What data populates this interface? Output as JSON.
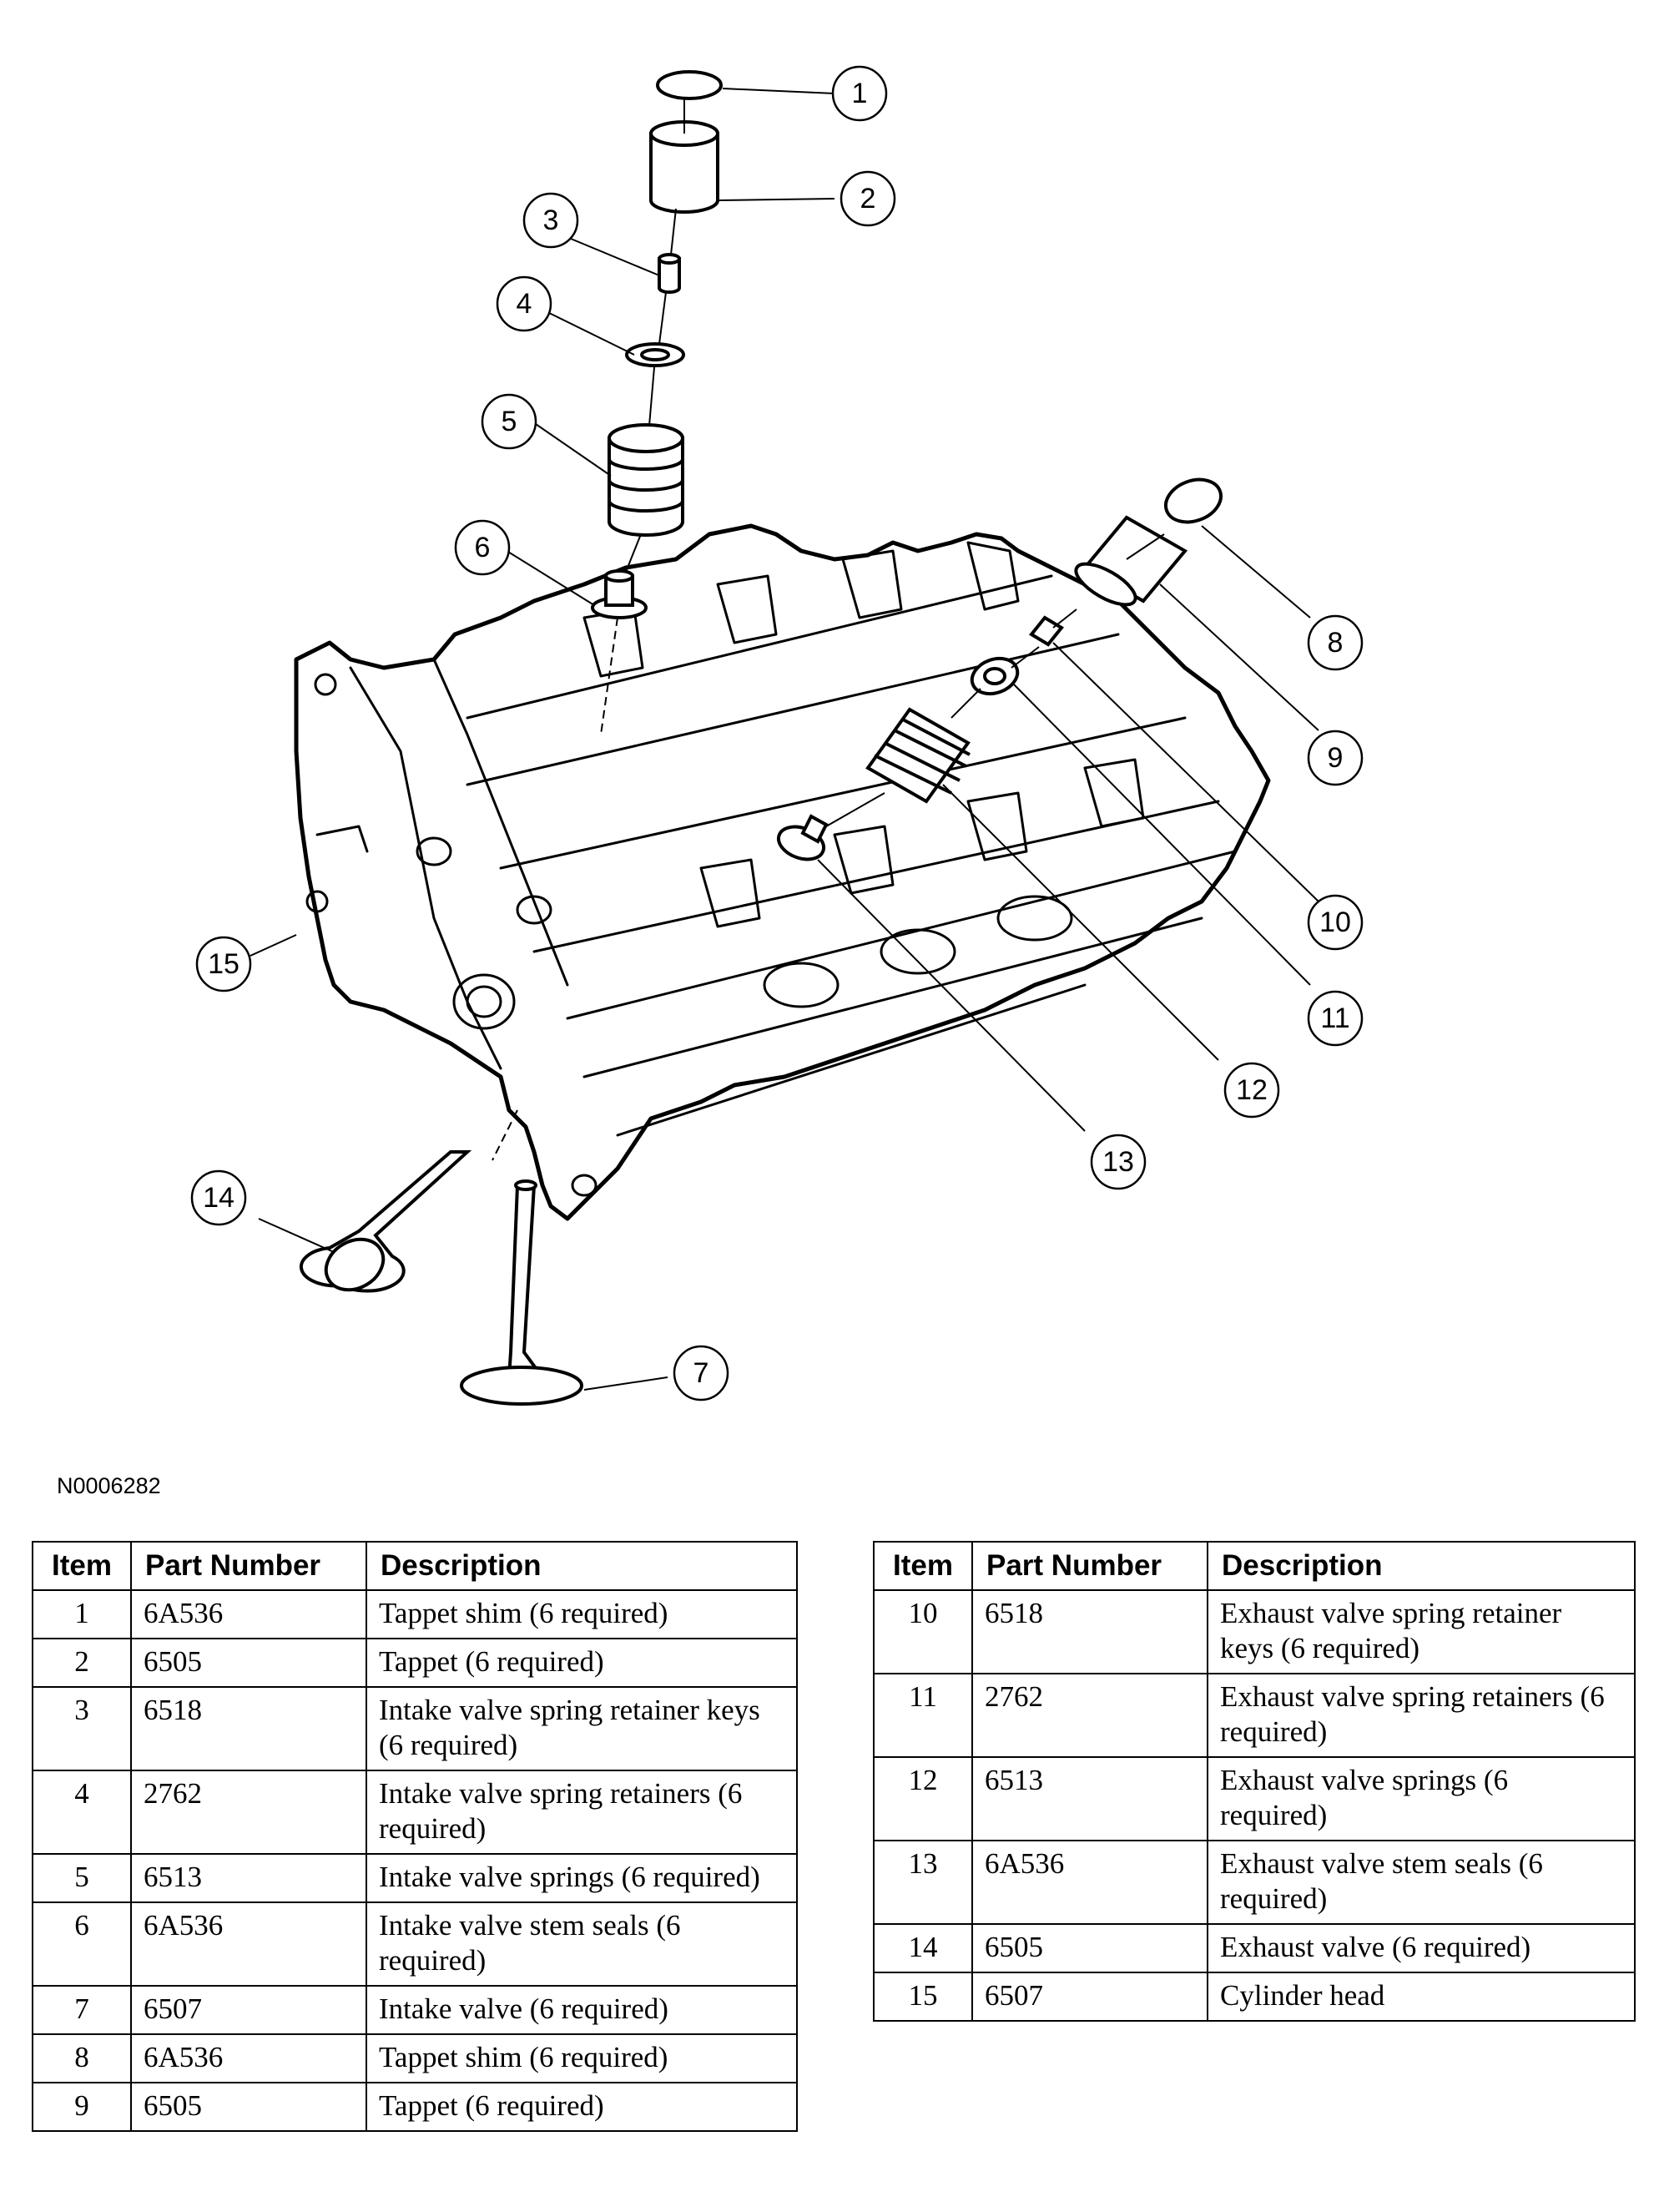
{
  "figure_id": "N0006282",
  "callouts": [
    "1",
    "2",
    "3",
    "4",
    "5",
    "6",
    "7",
    "8",
    "9",
    "10",
    "11",
    "12",
    "13",
    "14",
    "15"
  ],
  "table_headers": {
    "item": "Item",
    "part_number": "Part Number",
    "description": "Description"
  },
  "left_table": [
    {
      "item": "1",
      "part_number": "6A536",
      "description": "Tappet shim (6 required)"
    },
    {
      "item": "2",
      "part_number": "6505",
      "description": "Tappet (6 required)"
    },
    {
      "item": "3",
      "part_number": "6518",
      "description": "Intake valve spring retainer keys (6 required)"
    },
    {
      "item": "4",
      "part_number": "2762",
      "description": "Intake valve spring retainers (6 required)"
    },
    {
      "item": "5",
      "part_number": "6513",
      "description": "Intake valve springs (6 required)"
    },
    {
      "item": "6",
      "part_number": "6A536",
      "description": "Intake valve stem seals (6 required)"
    },
    {
      "item": "7",
      "part_number": "6507",
      "description": "Intake valve (6 required)"
    },
    {
      "item": "8",
      "part_number": "6A536",
      "description": "Tappet shim (6 required)"
    },
    {
      "item": "9",
      "part_number": "6505",
      "description": "Tappet (6 required)"
    }
  ],
  "right_table": [
    {
      "item": "10",
      "part_number": "6518",
      "description": "Exhaust valve spring retainer keys (6 required)"
    },
    {
      "item": "11",
      "part_number": "2762",
      "description": "Exhaust valve spring retainers (6 required)"
    },
    {
      "item": "12",
      "part_number": "6513",
      "description": "Exhaust valve springs (6 required)"
    },
    {
      "item": "13",
      "part_number": "6A536",
      "description": "Exhaust valve stem seals (6 required)"
    },
    {
      "item": "14",
      "part_number": "6505",
      "description": "Exhaust valve (6 required)"
    },
    {
      "item": "15",
      "part_number": "6507",
      "description": "Cylinder head"
    }
  ]
}
